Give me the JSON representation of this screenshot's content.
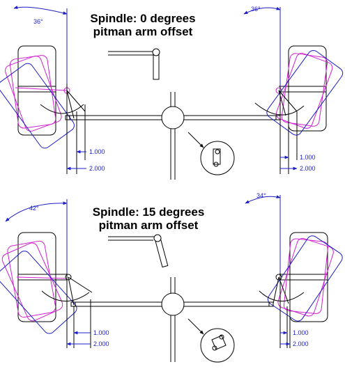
{
  "colors": {
    "line": "#000000",
    "blue": "#1c1cc8",
    "magenta": "#d020d0",
    "bg": "#ffffff"
  },
  "top": {
    "title_line1": "Spindle: 0 degrees",
    "title_line2": "pitman arm offset",
    "left_angle": "36°",
    "right_angle": "36°",
    "left_dim_1": "1.000",
    "left_dim_2": "2.000",
    "right_dim_1": "1.000",
    "right_dim_2": "2.000"
  },
  "bottom": {
    "title_line1": "Spindle: 15 degrees",
    "title_line2": "pitman arm offset",
    "left_angle": "42°",
    "right_angle": "34°",
    "left_dim_1": "1.000",
    "left_dim_2": "2.000",
    "right_dim_1": "1.000",
    "right_dim_2": "2.000"
  }
}
